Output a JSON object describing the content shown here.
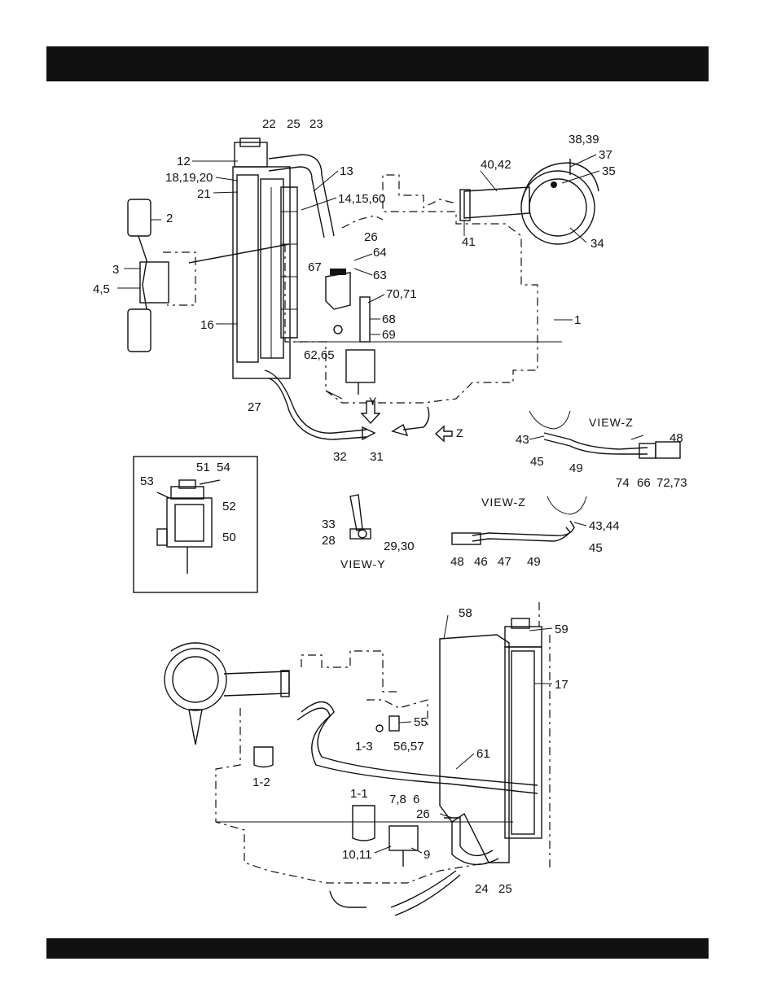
{
  "header_bar": "",
  "footer_bar": "",
  "views": {
    "view_z_1": "VIEW-Z",
    "view_z_2": "VIEW-Z",
    "view_y": "VIEW-Y",
    "arrow_y": "Y",
    "arrow_z": "Z"
  },
  "callouts_top": {
    "c22": "22",
    "c25": "25",
    "c23": "23",
    "c12": "12",
    "c18": "18,19,20",
    "c21": "21",
    "c13": "13",
    "c14": "14,15,60",
    "c2": "2",
    "c3": "3",
    "c4": "4,5",
    "c26": "26",
    "c64": "64",
    "c63": "63",
    "c67": "67",
    "c70": "70,71",
    "c68": "68",
    "c69": "69",
    "c16": "16",
    "c62": "62,65",
    "c1": "1",
    "c27": "27",
    "c32": "32",
    "c31": "31",
    "c38": "38,39",
    "c37": "37",
    "c40": "40,42",
    "c35": "35",
    "c41": "41",
    "c34": "34"
  },
  "callouts_viewz": {
    "c43a": "43",
    "c45a": "45",
    "c49a": "49",
    "c48a": "48",
    "c74": "74",
    "c66": "66",
    "c72": "72,73",
    "c43b": "43,44",
    "c45b": "45",
    "c48b": "48",
    "c46": "46",
    "c47": "47",
    "c49b": "49"
  },
  "callouts_inset": {
    "c51": "51",
    "c54": "54",
    "c53": "53",
    "c52": "52",
    "c50": "50"
  },
  "callouts_viewy": {
    "c33": "33",
    "c28": "28",
    "c29": "29,30"
  },
  "callouts_bottom": {
    "c58": "58",
    "c59": "59",
    "c17": "17",
    "c55": "55",
    "c13b": "1-3",
    "c56": "56,57",
    "c61": "61",
    "c12b": "1-2",
    "c11b": "1-1",
    "c78": "7,8",
    "c6": "6",
    "c26b": "26",
    "c10": "10,11",
    "c9": "9",
    "c24": "24",
    "c25b": "25"
  }
}
